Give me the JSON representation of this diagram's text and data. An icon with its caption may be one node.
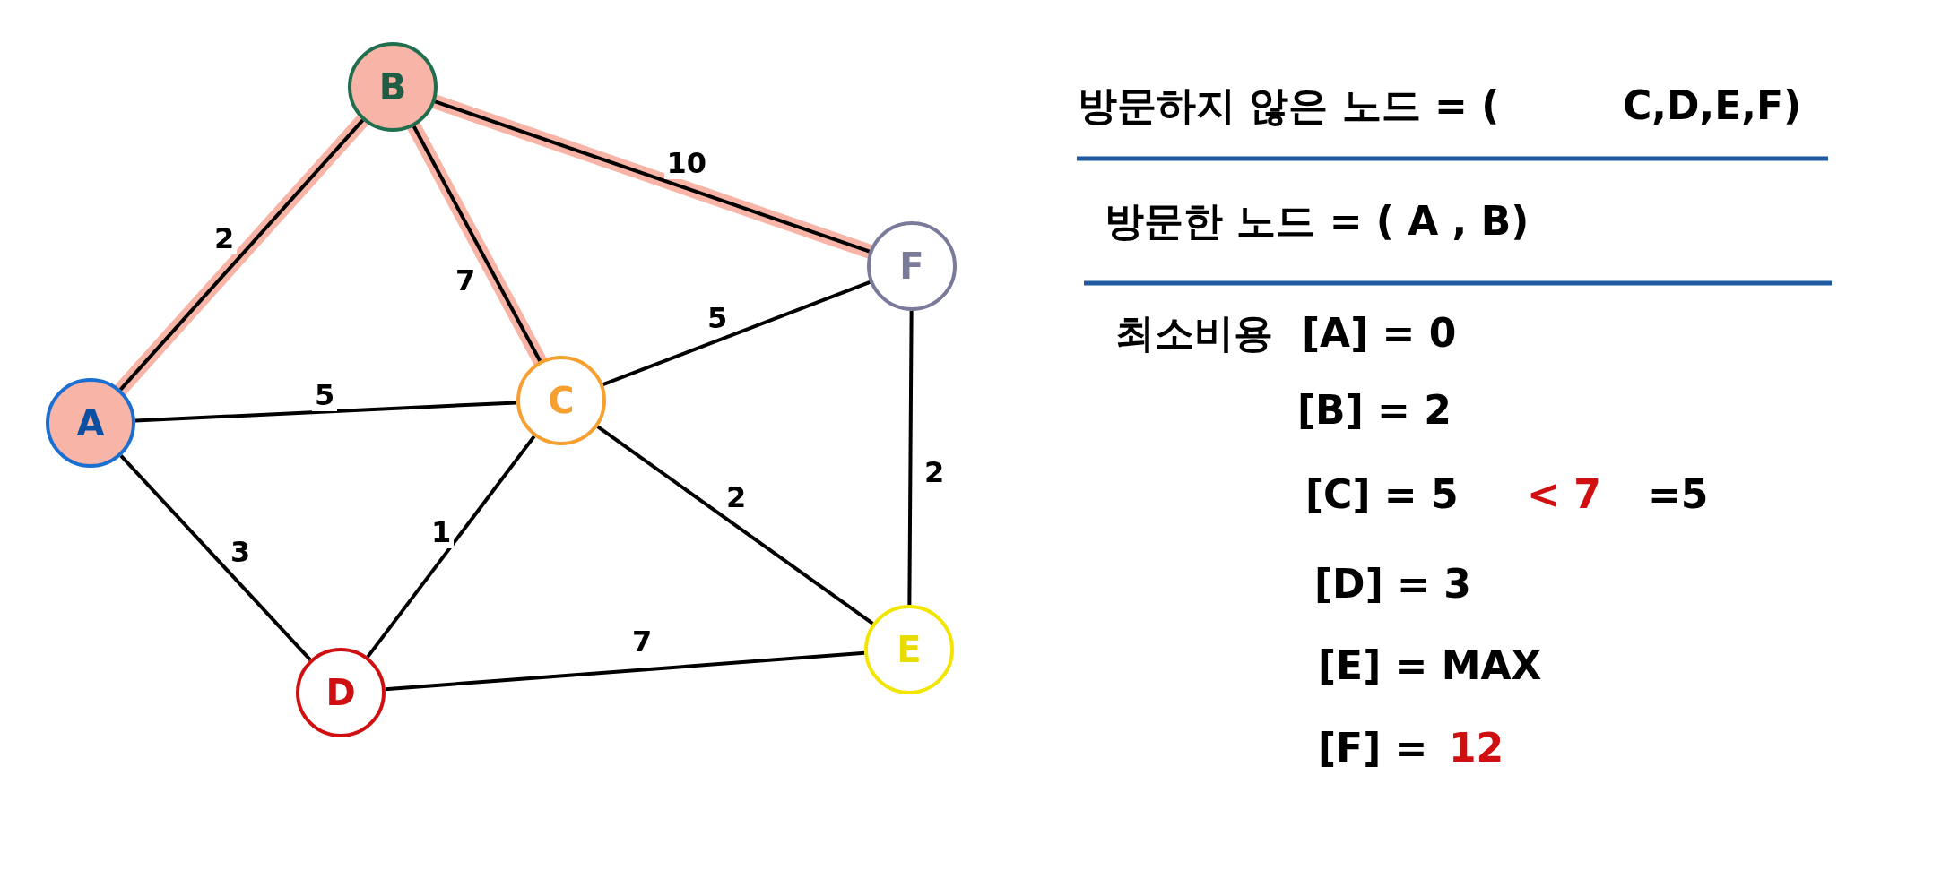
{
  "diagram": {
    "nodes": [
      {
        "text": [
          "A"
        ]
      },
      {
        "text": [
          "B"
        ]
      },
      {
        "text": [
          "C"
        ]
      },
      {
        "text": [
          "D"
        ]
      },
      {
        "text": [
          "E"
        ]
      },
      {
        "text": [
          "F"
        ]
      }
    ],
    "edges": [
      {
        "from": 0,
        "to": 1,
        "arrow": "none",
        "label": "2",
        "style": "thick",
        "color": "#f8b4a6"
      },
      {
        "from": 1,
        "to": 2,
        "arrow": "none",
        "label": "7",
        "style": "thick",
        "color": "#f8b4a6"
      },
      {
        "from": 1,
        "to": 5,
        "arrow": "none",
        "label": "10",
        "style": "thick",
        "color": "#f8b4a6"
      },
      {
        "from": 0,
        "to": 2,
        "arrow": "none",
        "label": "5"
      },
      {
        "from": 2,
        "to": 5,
        "arrow": "none",
        "label": "5"
      },
      {
        "from": 0,
        "to": 3,
        "arrow": "none",
        "label": "3"
      },
      {
        "from": 3,
        "to": 2,
        "arrow": "none",
        "label": "1"
      },
      {
        "from": 2,
        "to": 4,
        "arrow": "none",
        "label": "2"
      },
      {
        "from": 5,
        "to": 4,
        "arrow": "none",
        "label": "2"
      },
      {
        "from": 3,
        "to": 4,
        "arrow": "none",
        "label": "7"
      }
    ],
    "labels": [
      "방문하지 않은 노드 = (",
      "C,D,E,F)",
      "방문한 노드 = ( A , B)",
      "최소비용",
      "[A] = 0",
      "[B] = 2",
      "[C] = 5",
      "< 7",
      "=5",
      "[D] = 3",
      "[E] = MAX",
      "[F] =",
      "12"
    ]
  }
}
